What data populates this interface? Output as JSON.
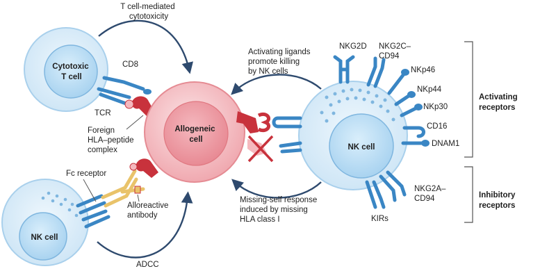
{
  "labels": {
    "t_cell_mediated": [
      "T cell-mediated",
      "cytotoxicity"
    ],
    "cytotoxic_t_cell": [
      "Cytotoxic",
      "T cell"
    ],
    "cd8": "CD8",
    "tcr": "TCR",
    "foreign_hla": [
      "Foreign",
      "HLA–peptide",
      "complex"
    ],
    "allogeneic_cell": [
      "Allogeneic",
      "cell"
    ],
    "activating_ligands": [
      "Activating ligands",
      "promote killing",
      "by NK cells"
    ],
    "nk_cell_right": "NK cell",
    "nk_cell_left": "NK cell",
    "fc_receptor": "Fc receptor",
    "alloreactive_antibody": [
      "Alloreactive",
      "antibody"
    ],
    "adcc": "ADCC",
    "missing_self": [
      "Missing-self response",
      "induced by missing",
      "HLA class I"
    ],
    "nkg2d": "NKG2D",
    "nkg2c": [
      "NKG2C–",
      "CD94"
    ],
    "nkp46": "NKp46",
    "nkp44": "NKp44",
    "nkp30": "NKp30",
    "cd16": "CD16",
    "dnam1": "DNAM1",
    "nkg2a": [
      "NKG2A–",
      "CD94"
    ],
    "kirs": "KIRs",
    "activating_receptors": [
      "Activating",
      "receptors"
    ],
    "inhibitory_receptors": [
      "Inhibitory",
      "receptors"
    ]
  },
  "colors": {
    "cell_blue_fill": "#d6ebf8",
    "cell_blue_edge": "#a9d0ec",
    "nucleus_blue": "#bfe0f5",
    "nucleus_edge": "#7fb6df",
    "receptor_blue": "#3a86c4",
    "allogeneic_fill": "#f6c9cd",
    "allogeneic_edge": "#e58b93",
    "ligand_red": "#c8323c",
    "arrow_navy": "#2e4a6e",
    "antibody_yellow": "#e9c36a"
  }
}
